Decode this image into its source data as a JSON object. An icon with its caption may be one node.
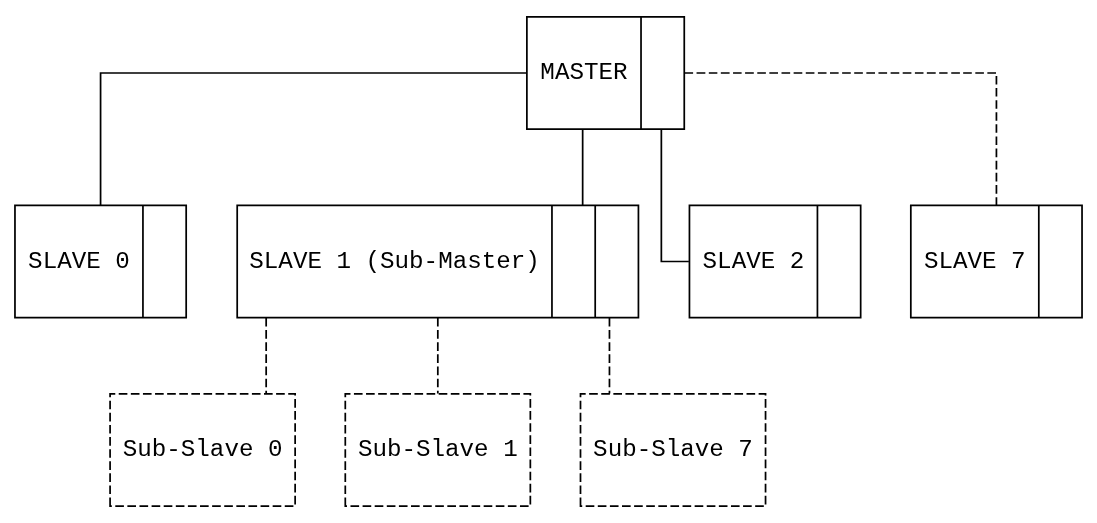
{
  "diagram": {
    "nodes": [
      {
        "text": [
          "MASTER"
        ]
      },
      {
        "text": [
          "SLAVE 0"
        ]
      },
      {
        "text": [
          "SLAVE 1 (Sub-Master)"
        ]
      },
      {
        "text": [
          "SLAVE 2"
        ]
      },
      {
        "text": [
          "SLAVE 7"
        ]
      },
      {
        "text": [
          "Sub-Slave 0"
        ]
      },
      {
        "text": [
          "Sub-Slave 1"
        ]
      },
      {
        "text": [
          "Sub-Slave 7"
        ]
      }
    ],
    "edges": [
      {
        "from": 0,
        "to": 1,
        "arrow": "none"
      },
      {
        "from": 0,
        "to": 2,
        "arrow": "none"
      },
      {
        "from": 0,
        "to": 3,
        "arrow": "none"
      },
      {
        "from": 0,
        "to": 4,
        "arrow": "none",
        "style": "dashed"
      },
      {
        "from": 2,
        "to": 5,
        "arrow": "none",
        "style": "dashed"
      },
      {
        "from": 2,
        "to": 6,
        "arrow": "none",
        "style": "dashed"
      },
      {
        "from": 2,
        "to": 7,
        "arrow": "none",
        "style": "dashed"
      }
    ]
  }
}
